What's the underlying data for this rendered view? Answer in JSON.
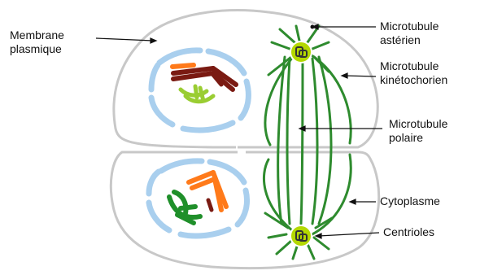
{
  "labels": {
    "membrane": {
      "line1": "Membrane",
      "line2": "plasmique"
    },
    "aster": {
      "line1": "Microtubule",
      "line2": "astérien"
    },
    "kinetochore": {
      "line1": "Microtubule",
      "line2": "kinétochorien"
    },
    "polar": {
      "line1": "Microtubule",
      "line2": "polaire"
    },
    "cytoplasm": "Cytoplasme",
    "centrioles": "Centrioles"
  },
  "colors": {
    "membrane": "#c8c8c8",
    "nuclear_envelope": "#a9cfee",
    "microtubule": "#2e8b2e",
    "centrosome": "#b4d800",
    "chromosome_dark_red": "#7a1a12",
    "chromosome_orange": "#ff7a1a",
    "chromosome_lime": "#9acd32",
    "chromosome_green": "#1f8f2a"
  }
}
